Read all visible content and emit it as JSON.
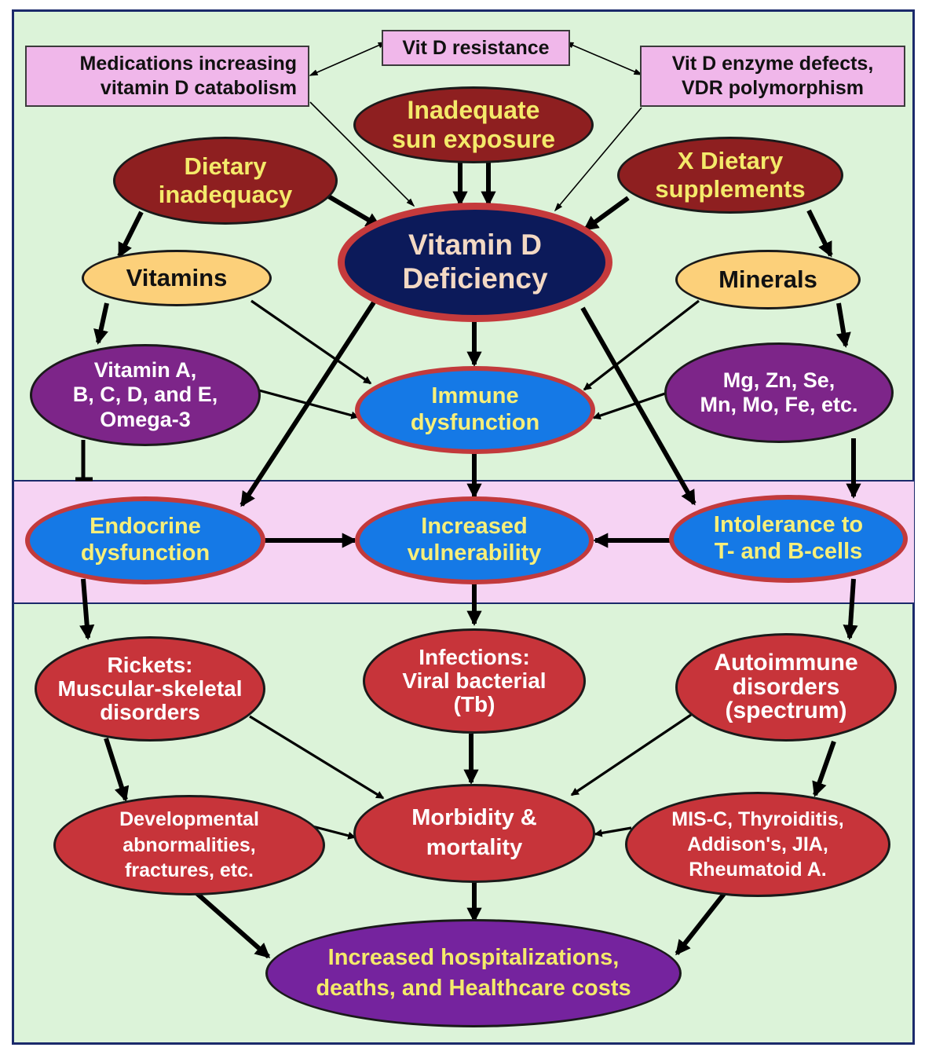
{
  "boxes": {
    "resistance": "Vit D resistance",
    "medications": "Medications increasing\nvitamin D catabolism",
    "enzyme": "Vit D enzyme defects,\nVDR polymorphism"
  },
  "nodes": {
    "sun": "Inadequate\nsun exposure",
    "dietary": "Dietary\ninadequacy",
    "supplements": "X Dietary\nsupplements",
    "deficiency": "Vitamin D\nDeficiency",
    "vitamins": "Vitamins",
    "minerals": "Minerals",
    "vitamin_list": "Vitamin A,\nB, C, D, and E,\nOmega-3",
    "mineral_list": "Mg, Zn, Se,\nMn, Mo, Fe, etc.",
    "immune": "Immune\ndysfunction",
    "endocrine": "Endocrine\ndysfunction",
    "vulnerability": "Increased\nvulnerability",
    "intolerance": "Intolerance to\nT- and B-cells",
    "rickets": "Rickets:\nMuscular-skeletal\ndisorders",
    "infections": "Infections:\nViral bacterial\n(Tb)",
    "autoimmune": "Autoimmune\ndisorders\n(spectrum)",
    "developmental": "Developmental\nabnormalities,\nfractures, etc.",
    "morbidity": "Morbidity &\nmortality",
    "misc": "MIS-C, Thyroiditis,\nAddison's, JIA,\nRheumatoid A.",
    "hospital": "Increased hospitalizations,\ndeaths, and Healthcare costs"
  },
  "colors": {
    "background": "#dcf3d9",
    "band": "#f6d3f3",
    "label_box": "#f0b7ea",
    "red_node": "#c7343a",
    "dark_red_node": "#8e1f20",
    "orange_node": "#fcd07a",
    "purple_node": "#7d2589",
    "blue_node": "#1579e6",
    "navy_node": "#0c1a5a",
    "violet_node": "#75239e"
  }
}
